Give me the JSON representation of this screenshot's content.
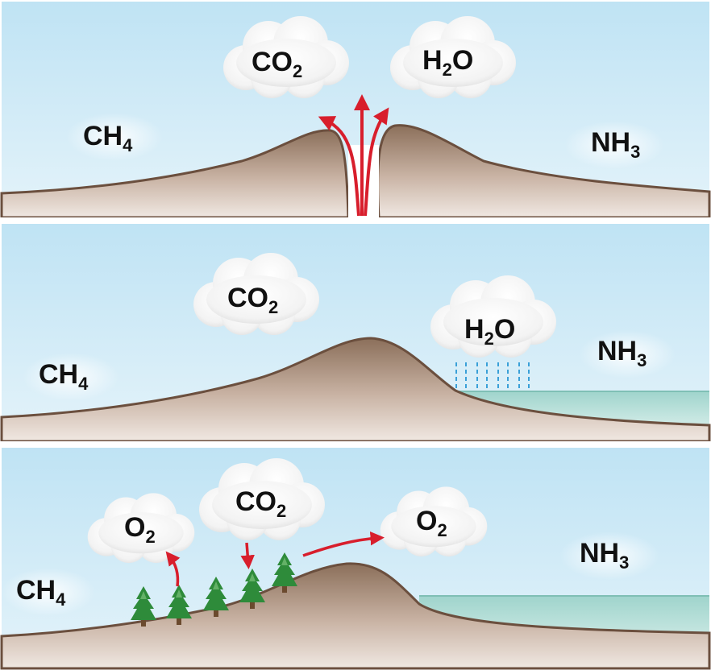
{
  "colors": {
    "sky_top": "#bfe3f4",
    "sky_bottom": "#e4f3fa",
    "ground_top": "#8b6f5a",
    "ground_bottom": "#f0e8e2",
    "ground_outline": "#6b4f3e",
    "water_top": "#9fd4cc",
    "water_bottom": "#e8f6f3",
    "cloud": "#f2f2f2",
    "arrow": "#d81e2c",
    "rain": "#3aa0d8",
    "tree": "#2e8b3a",
    "trunk": "#6b4a2e"
  },
  "panels": [
    {
      "labels": [
        {
          "id": "co2",
          "main": "CO",
          "sub": "2",
          "sub_after": ""
        },
        {
          "id": "h2o",
          "main": "H",
          "sub": "2",
          "sub_after": "O"
        },
        {
          "id": "ch4",
          "main": "CH",
          "sub": "4",
          "sub_after": ""
        },
        {
          "id": "nh3",
          "main": "NH",
          "sub": "3",
          "sub_after": ""
        }
      ]
    },
    {
      "labels": [
        {
          "id": "co2",
          "main": "CO",
          "sub": "2",
          "sub_after": ""
        },
        {
          "id": "h2o",
          "main": "H",
          "sub": "2",
          "sub_after": "O"
        },
        {
          "id": "ch4",
          "main": "CH",
          "sub": "4",
          "sub_after": ""
        },
        {
          "id": "nh3",
          "main": "NH",
          "sub": "3",
          "sub_after": ""
        }
      ]
    },
    {
      "labels": [
        {
          "id": "co2",
          "main": "CO",
          "sub": "2",
          "sub_after": ""
        },
        {
          "id": "o2-left",
          "main": "O",
          "sub": "2",
          "sub_after": ""
        },
        {
          "id": "o2-right",
          "main": "O",
          "sub": "2",
          "sub_after": ""
        },
        {
          "id": "ch4",
          "main": "CH",
          "sub": "4",
          "sub_after": ""
        },
        {
          "id": "nh3",
          "main": "NH",
          "sub": "3",
          "sub_after": ""
        }
      ]
    }
  ]
}
